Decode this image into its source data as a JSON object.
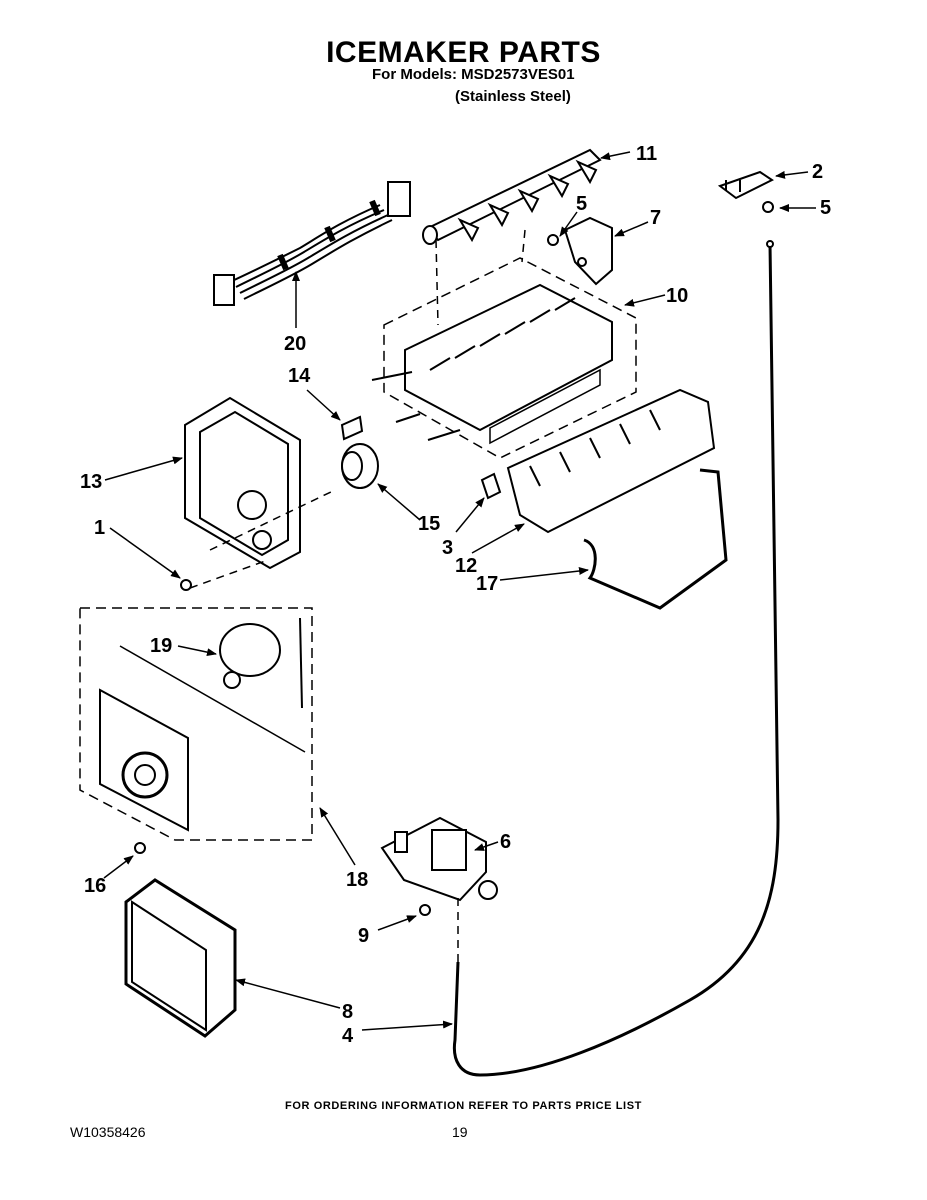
{
  "header": {
    "title": "ICEMAKER PARTS",
    "models_line": "For Models: MSD2573VES01",
    "finish_line": "(Stainless Steel)"
  },
  "callouts": {
    "c1": "1",
    "c2": "2",
    "c3": "3",
    "c4": "4",
    "c5a": "5",
    "c5b": "5",
    "c6": "6",
    "c7": "7",
    "c8": "8",
    "c9": "9",
    "c10": "10",
    "c11": "11",
    "c12": "12",
    "c13": "13",
    "c14": "14",
    "c15": "15",
    "c16": "16",
    "c17": "17",
    "c18": "18",
    "c19": "19",
    "c20": "20"
  },
  "footer": {
    "ordering_note": "FOR ORDERING INFORMATION REFER TO PARTS PRICE LIST",
    "doc_number": "W10358426",
    "page_number": "19"
  }
}
